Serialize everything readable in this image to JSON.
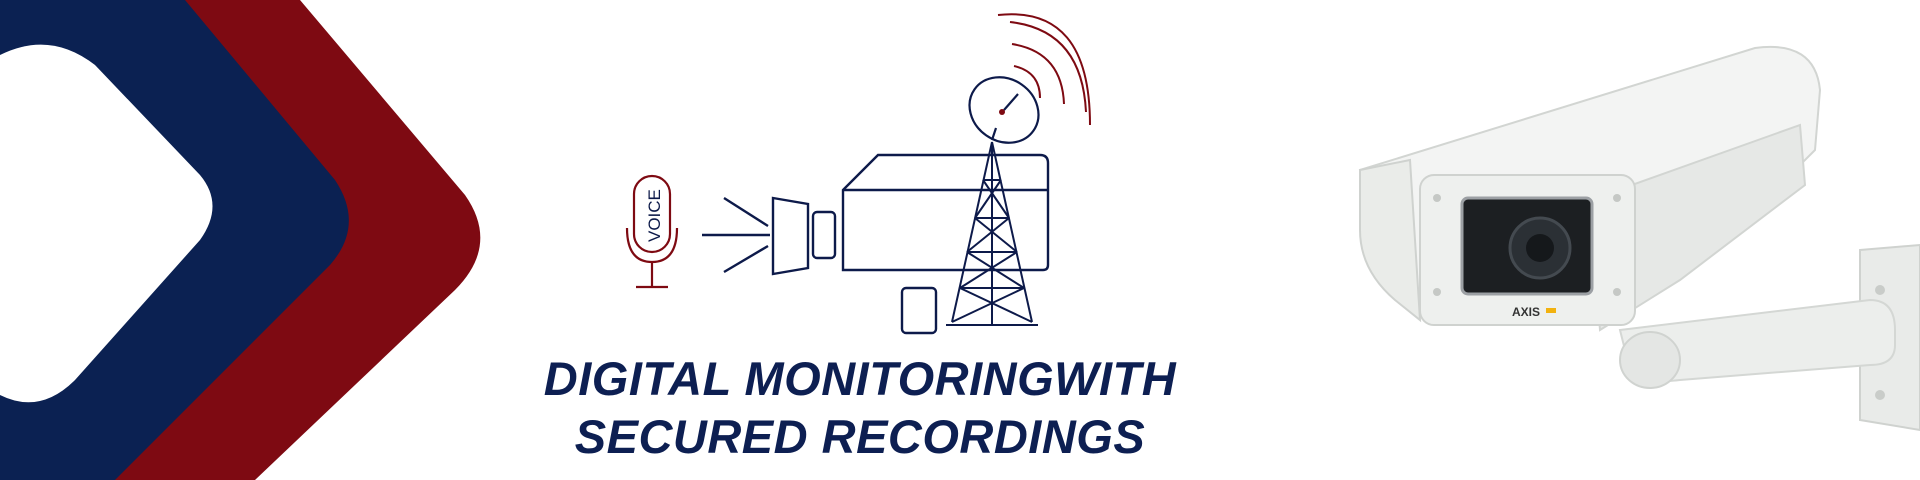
{
  "banner": {
    "headline_line1": "DIGITAL MONITORINGWITH",
    "headline_line2": "SECURED RECORDINGS",
    "mic_label": "VOICE",
    "camera_brand": "AXIS"
  },
  "colors": {
    "navy": "#0b2152",
    "maroon": "#7e0a12",
    "line_art": "#0d1a4a",
    "camera_body": "#eef0ee"
  },
  "icons": [
    "microphone-icon",
    "video-camera-icon",
    "radio-tower-icon",
    "satellite-dish-icon",
    "signal-waves-icon",
    "security-camera-image"
  ]
}
